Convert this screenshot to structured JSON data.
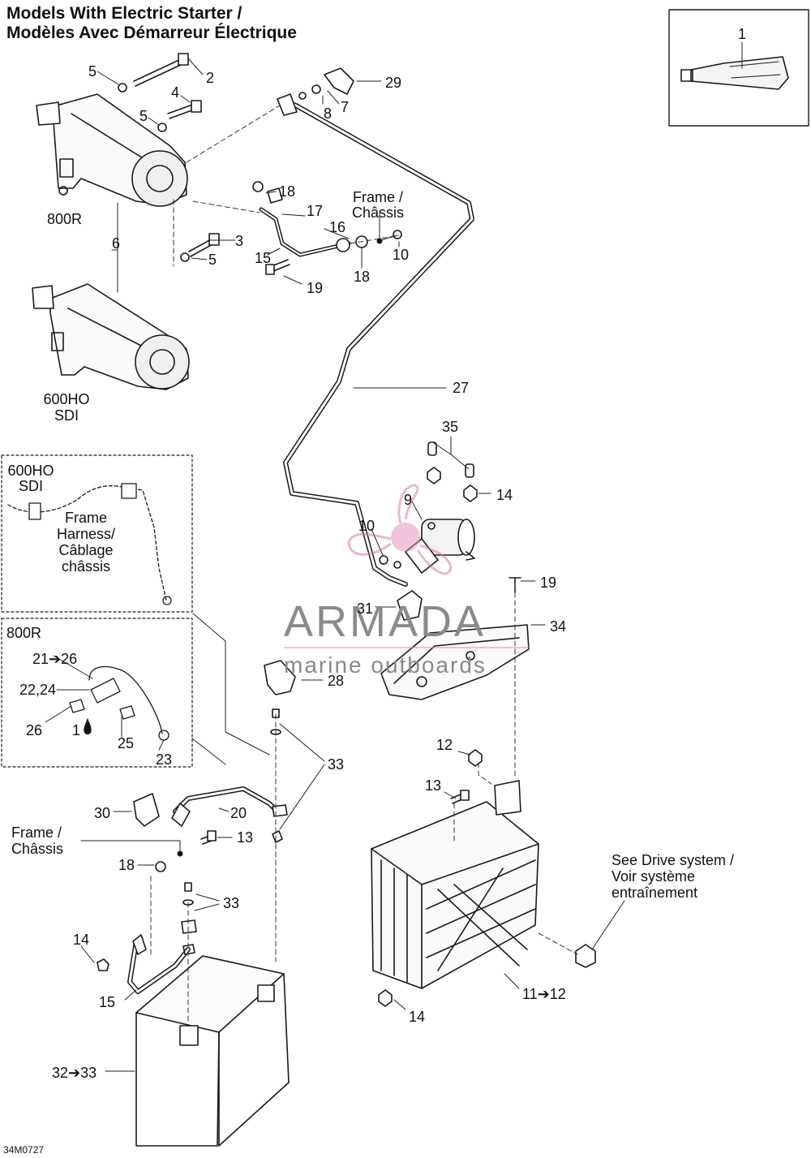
{
  "title_line_1": "Models With Electric Starter /",
  "title_line_2": "Modèles Avec Démarreur Électrique",
  "diagram_code": "34M0727",
  "watermark": {
    "brand": "ARMADA",
    "tagline": "marine outboards"
  },
  "model_labels": {
    "m800r": "800R",
    "m600ho_1": "600HO",
    "m600ho_2": "SDI"
  },
  "inset_600": {
    "model_1": "600HO",
    "model_2": "SDI",
    "harness_1": "Frame",
    "harness_2": "Harness/",
    "harness_3": "Câblage",
    "harness_4": "châssis"
  },
  "inset_800": {
    "model": "800R"
  },
  "frame_label_top": {
    "line_1": "Frame /",
    "line_2": "Châssis"
  },
  "frame_label_bottom": {
    "line_1": "Frame /",
    "line_2": "Châssis"
  },
  "drive_note": {
    "line_1": "See Drive system /",
    "line_2": "Voir système",
    "line_3": "entraînement"
  },
  "callouts": {
    "c1": "1",
    "c2": "2",
    "c3": "3",
    "c4": "4",
    "c5a": "5",
    "c5b": "5",
    "c5c": "5",
    "c6": "6",
    "c7": "7",
    "c8": "8",
    "c9": "9",
    "c10a": "10",
    "c10b": "10",
    "c11": "11➔12",
    "c12": "12",
    "c13a": "13",
    "c13b": "13",
    "c14a": "14",
    "c14b": "14",
    "c14c": "14",
    "c15a": "15",
    "c15b": "15",
    "c16": "16",
    "c17": "17",
    "c18a": "18",
    "c18b": "18",
    "c18c": "18",
    "c19a": "19",
    "c19b": "19",
    "c20": "20",
    "c21": "21➔26",
    "c22": "22,24",
    "c23": "23",
    "c25": "25",
    "c26": "26",
    "c1drop": "1",
    "c27": "27",
    "c28": "28",
    "c29": "29",
    "c30": "30",
    "c31": "31",
    "c32": "32➔33",
    "c33a": "33",
    "c33b": "33",
    "c34": "34",
    "c35": "35"
  }
}
